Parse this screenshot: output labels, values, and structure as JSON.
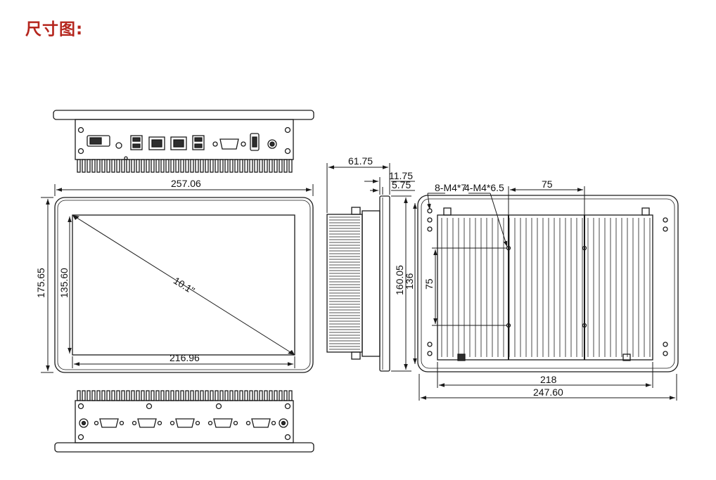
{
  "title": "尺寸图:",
  "colors": {
    "title": "#b5261e",
    "line": "#1a1a1a",
    "fill_dark": "#2e2e2e"
  },
  "dimensions": {
    "overall_width": "257.06",
    "overall_height": "175.65",
    "view_height": "135.60",
    "view_width": "216.96",
    "diagonal": "10.1\"",
    "depth": "61.75",
    "panel_thickness": "11.75",
    "bezel_thickness": "5.75",
    "side_height": "160.05",
    "cutout_height": "136",
    "screw_label": "8-M4*7",
    "vesa_label": "4-M4*6.5",
    "vesa_h": "75",
    "vesa_v": "75",
    "back_inner_width": "218",
    "back_outer_width": "247.60"
  },
  "icons": [
    "power-switch-icon",
    "dc-jack-icon",
    "usb-port-icon",
    "rj45-port-icon",
    "vga-port-icon",
    "hdmi-port-icon",
    "antenna-icon",
    "db9-port-icon"
  ]
}
